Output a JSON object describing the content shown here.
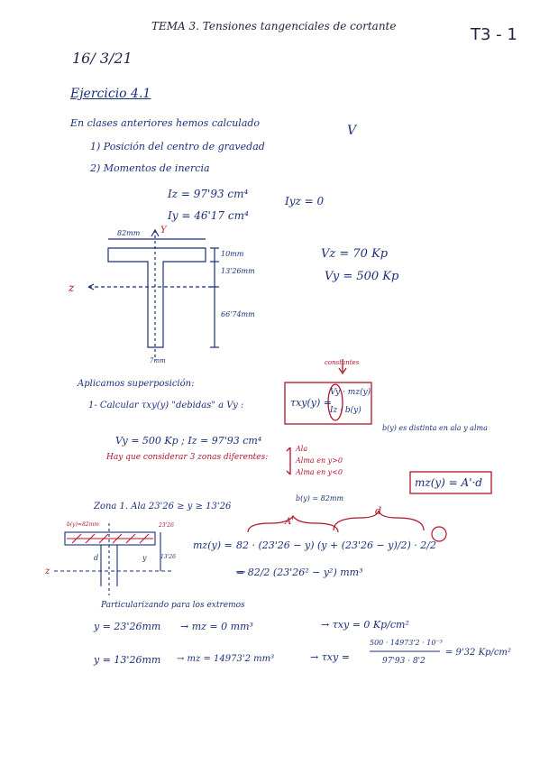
{
  "header": {
    "title": "TEMA 3. Tensiones tangenciales de cortante",
    "page": "T3 - 1",
    "date": "16/ 3/21"
  },
  "exercise": {
    "heading": "Ejercicio 4.1",
    "intro": "En clases anteriores hemos calculado",
    "v_label": "V",
    "item1": "1) Posición del centro de gravedad",
    "item2": "2) Momentos de inercia",
    "iz": "Iz = 97'93 cm⁴",
    "iy": "Iy = 46'17 cm⁴",
    "iyz": "Iyz = 0",
    "vz": "Vz = 70 Kp",
    "vy": "Vy = 500 Kp"
  },
  "section_figure": {
    "width_label": "82mm",
    "axis_y": "Y",
    "axis_z": "z",
    "dim1": "10mm",
    "dim2": "13'26mm",
    "dim3": "66'74mm",
    "bottom_label": "7mm"
  },
  "superposition": {
    "line1": "Aplicamos superposición:",
    "line2": "1- Calcular τxy(y) \"debidas\" a Vy :",
    "formula_left": "τxy(y) =",
    "formula_num": "Vy · mz(y)",
    "formula_den": "Iz · b(y)",
    "constant_label": "constantes",
    "b_note": "b(y) es distinta en ala y alma",
    "values": "Vy = 500 Kp ;  Iz = 97'93 cm⁴",
    "zones_intro": "Hay que considerar 3 zonas diferentes:",
    "zone_a": "Ala",
    "zone_b": "Alma en y>0",
    "zone_c": "Alma en y<0",
    "mz_boxed": "mz(y) = A'·d"
  },
  "zone1": {
    "title": "Zona 1. Ala   23'26 ≥ y ≥ 13'26",
    "b": "b(y) = 82mm",
    "b_small": "b(y)=82mm",
    "label_A": "A'",
    "label_d": "d",
    "mz_lhs": "mz(y) =",
    "mz_rhs1": "82 · (23'26 − y) (y + (23'26 − y)/2) · 2/2",
    "mz_rhs2": "= 82/2 (23'26² − y²)  mm³",
    "small_labels": [
      "23'26",
      "13'26",
      "y",
      "d",
      "z"
    ]
  },
  "extremes": {
    "heading": "Particularizando para los extremos",
    "row1_y": "y = 23'26mm",
    "row1_mz": "→  mz = 0 mm³",
    "row1_tau": "→  τxy = 0   Kp/cm²",
    "row2_y": "y = 13'26mm",
    "row2_mz": "→  mz = 14973'2 mm³",
    "row2_tau_lhs": "→  τxy =",
    "row2_num": "500 · 14973'2 · 10⁻³",
    "row2_den": "97'93 · 8'2",
    "row2_result": "= 9'32 Kp/cm²"
  }
}
